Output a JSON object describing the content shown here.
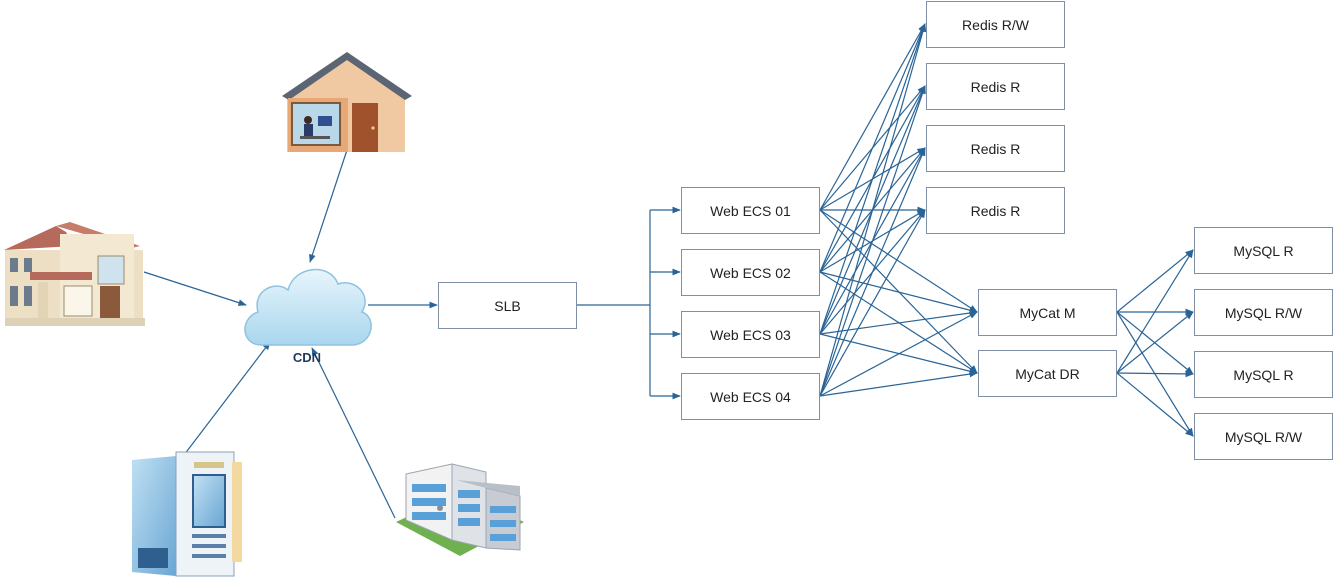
{
  "diagram": {
    "cdn_label": "CDN",
    "slb_label": "SLB",
    "web_servers": [
      "Web ECS 01",
      "Web ECS 02",
      "Web ECS 03",
      "Web ECS 04"
    ],
    "redis": [
      "Redis R/W",
      "Redis R",
      "Redis R",
      "Redis R"
    ],
    "mycat": [
      "MyCat M",
      "MyCat DR"
    ],
    "mysql": [
      "MySQL R",
      "MySQL R/W",
      "MySQL R",
      "MySQL R/W"
    ],
    "colors": {
      "edge": "#2a6496",
      "node_border": "#7f8fa6"
    },
    "client_icons": [
      "house-icon",
      "villa-icon",
      "office-tower-icon",
      "office-building-icon"
    ]
  }
}
